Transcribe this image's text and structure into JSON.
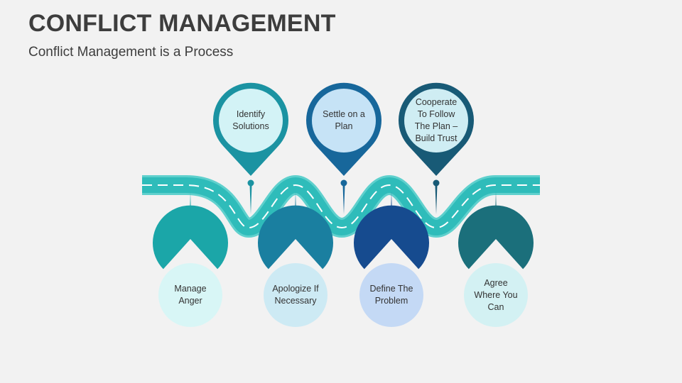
{
  "header": {
    "title": "CONFLICT MANAGEMENT",
    "subtitle": "Conflict Management is a Process"
  },
  "colors": {
    "road": "#2fbcba",
    "road_edge": "#5fd0cd",
    "dash": "#ffffff",
    "background": "#f2f2f2"
  },
  "steps": [
    {
      "label": "Manage\nAnger",
      "dir": "down",
      "color": "#1ba6a8",
      "fill": "#d8f6f6"
    },
    {
      "label": "Identify\nSolutions",
      "dir": "up",
      "color": "#1b93a2",
      "fill": "#d3f3f6"
    },
    {
      "label": "Apologize If\nNecessary",
      "dir": "down",
      "color": "#1a7fa0",
      "fill": "#cdeaf4"
    },
    {
      "label": "Settle on a\nPlan",
      "dir": "up",
      "color": "#17679b",
      "fill": "#c6e3f6"
    },
    {
      "label": "Define The\nProblem",
      "dir": "down",
      "color": "#164b8f",
      "fill": "#c4d9f5"
    },
    {
      "label": "Cooperate\nTo Follow\nThe Plan –\nBuild Trust",
      "dir": "up",
      "color": "#185a76",
      "fill": "#cfedf3"
    },
    {
      "label": "Agree\nWhere You\nCan",
      "dir": "down",
      "color": "#1b6f7b",
      "fill": "#d3f1f3"
    }
  ]
}
